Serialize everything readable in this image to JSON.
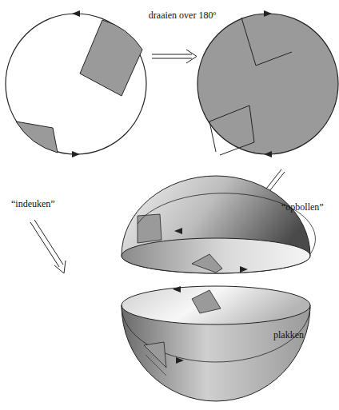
{
  "diagram": {
    "labels": [
      "draaien over 180º",
      "“opbollen”",
      "“indeuken”",
      "plakken"
    ]
  }
}
